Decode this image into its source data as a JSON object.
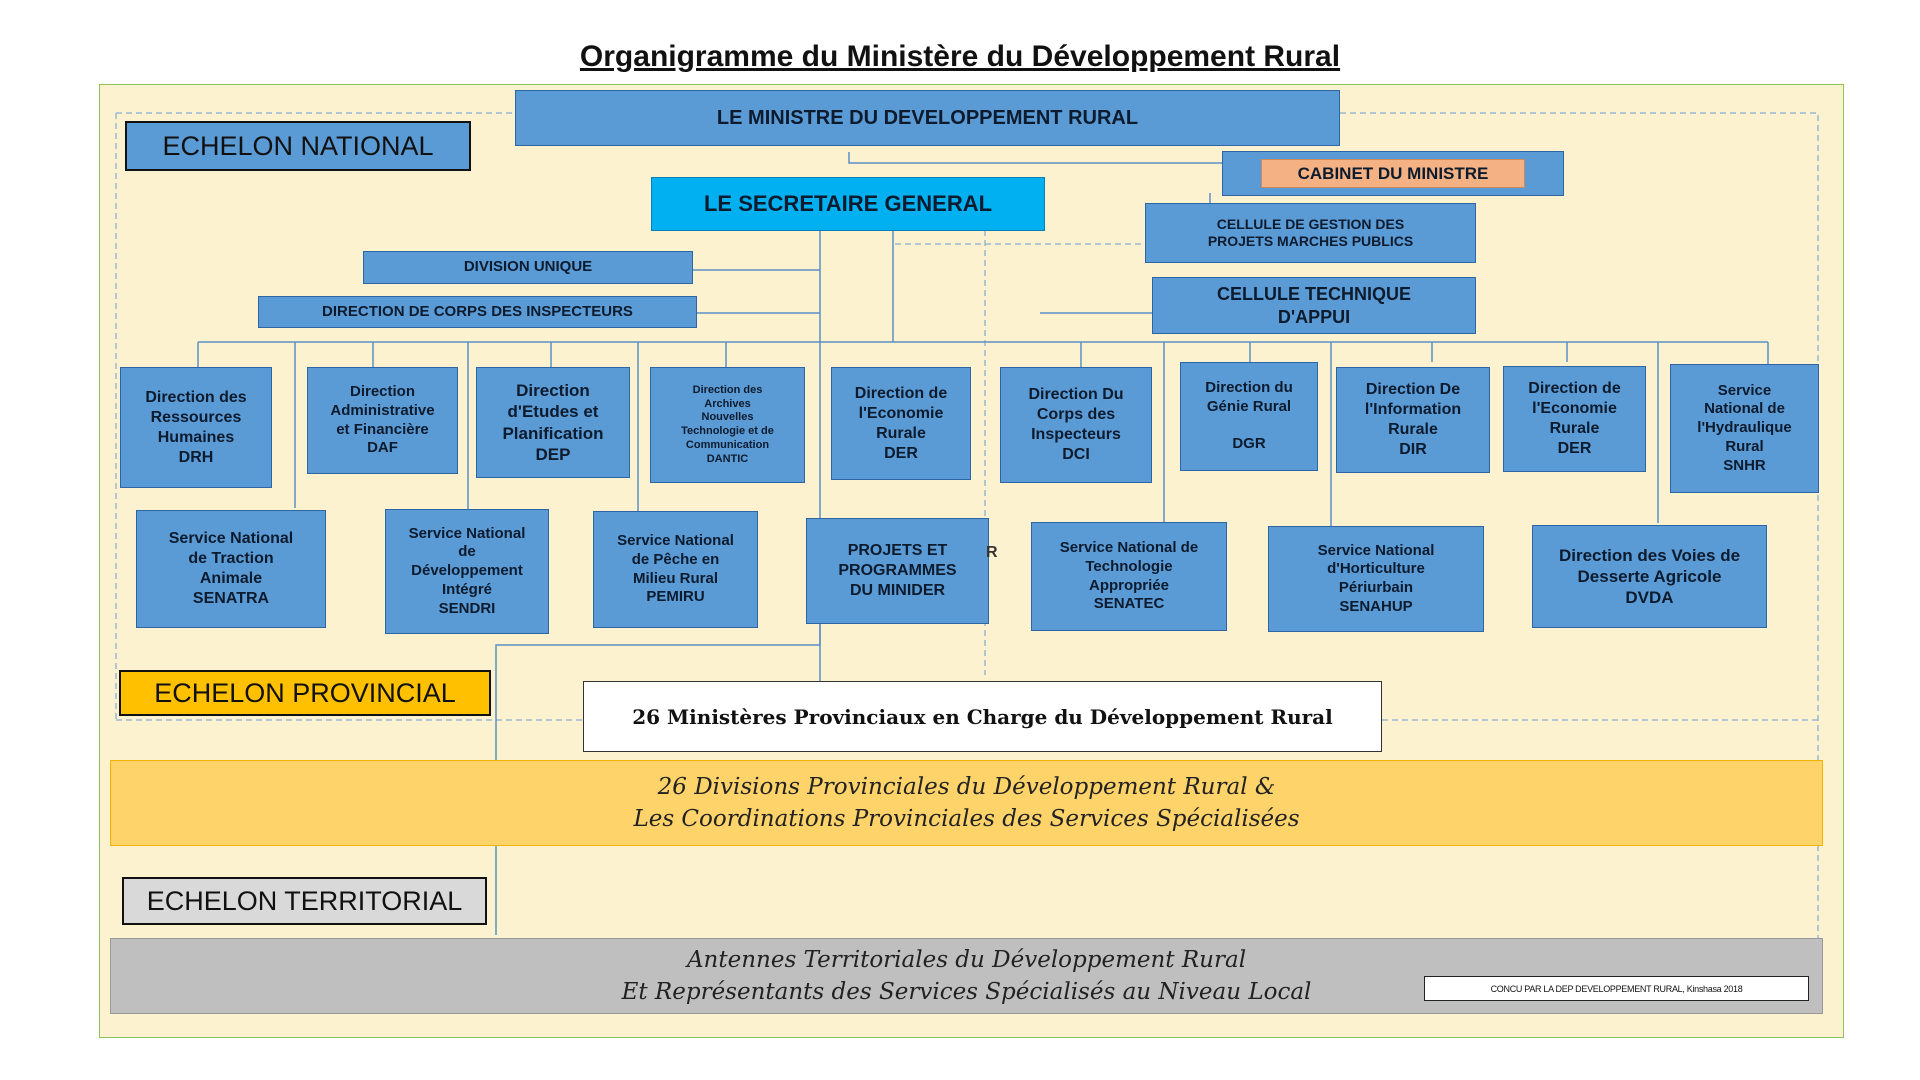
{
  "title": "Organigramme du Ministère du Développement Rural",
  "colors": {
    "box": "#5b9bd5",
    "box_border": "#2e66a5",
    "secretaire": "#00b0f0",
    "cabinet": "#f4b183",
    "frame": "#fdf2d0",
    "provincial_band": "#fdd36a",
    "territorial_band": "#bfbfbf",
    "provincial_label": "#ffc000"
  },
  "echelons": {
    "national": "ECHELON NATIONAL",
    "provincial": "ECHELON PROVINCIAL",
    "territorial": "ECHELON TERRITORIAL"
  },
  "top": {
    "ministre": "LE MINISTRE DU DEVELOPPEMENT RURAL",
    "cabinet": "CABINET DU MINISTRE",
    "secretaire": "LE SECRETAIRE  GENERAL",
    "cellule_marches": "CELLULE DE GESTION DES\nPROJETS MARCHES PUBLICS",
    "division_unique": "DIVISION UNIQUE",
    "corps_inspecteurs": "DIRECTION DE CORPS DES INSPECTEURS",
    "cellule_technique": "CELLULE TECHNIQUE\nD'APPUI"
  },
  "directions": [
    "Direction des\nRessources\nHumaines\nDRH",
    "Direction\nAdministrative\net Financière\nDAF",
    "Direction\nd'Etudes et\nPlanification\nDEP",
    "Direction des\nArchives\nNouvelles\nTechnologie et de\nCommunication\nDANTIC",
    "Direction de\nl'Economie\nRurale\nDER",
    "Direction Du\nCorps des\nInspecteurs\nDCI",
    "Direction du\nGénie Rural\n\nDGR",
    "Direction De\nl'Information\nRurale\nDIR",
    "Direction de\nl'Economie\nRurale\nDER",
    "Service\nNational de\nl'Hydraulique\nRural\nSNHR"
  ],
  "services": [
    "Service National\nde Traction\nAnimale\nSENATRA",
    "Service National\nde\nDéveloppement\nIntégré\nSENDRI",
    "Service National\nde Pêche en\nMilieu Rural\nPEMIRU",
    "PROJETS ET\nPROGRAMMES\nDU MINIDER",
    "Service National de\nTechnologie\nAppropriée\nSENATEC",
    "Service National\nd'Horticulture\nPériurbain\nSENAHUP",
    "Direction des Voies de\nDesserte Agricole\nDVDA"
  ],
  "stray_letter": "R",
  "provincial": {
    "ministeres": "26 Ministères Provinciaux en Charge du Développement Rural",
    "divisions": "26 Divisions  Provinciales du Développement Rural &\nLes Coordinations Provinciales des Services Spécialisées"
  },
  "territorial": {
    "antennes": "Antennes Territoriales du Développement Rural\nEt Représentants des Services Spécialisés au Niveau Local"
  },
  "credit": "CONCU PAR LA DEP DEVELOPPEMENT RURAL, Kinshasa 2018"
}
